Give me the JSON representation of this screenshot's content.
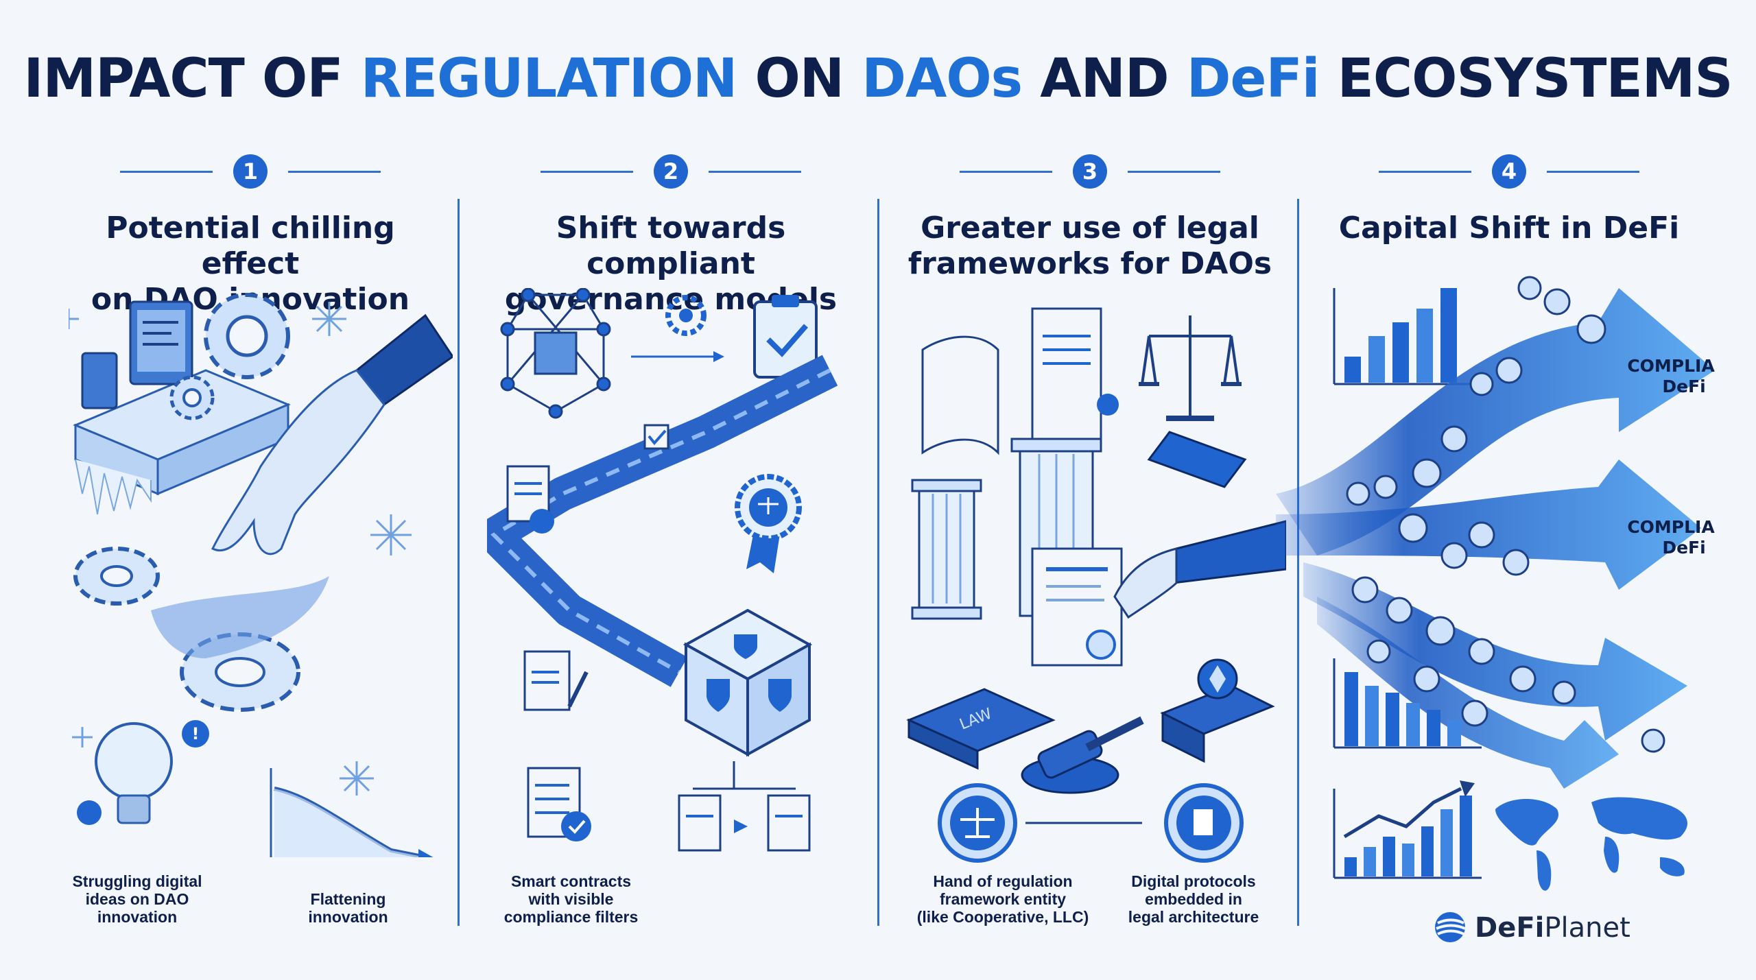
{
  "title": {
    "part1": "IMPACT OF ",
    "highlight1": "REGULATION",
    "part2": " ON ",
    "highlight2": "DAOs",
    "part3": " AND ",
    "highlight3": "DeFi",
    "part4": " ECOSYSTEMS"
  },
  "colors": {
    "navy": "#0d1f4a",
    "accent": "#1e6fd6",
    "light_blue": "#cfe2fb",
    "background": "#f3f7fc"
  },
  "sections": [
    {
      "number": "1",
      "heading_line1": "Potential chilling effect",
      "heading_line2": "on DAO innovation",
      "icons": [
        "frozen-computer-icon",
        "frozen-gear-icon",
        "hand-icon",
        "snowflake-icon",
        "lightbulb-icon",
        "declining-chart-icon"
      ],
      "captions": [
        {
          "line1": "Struggling digital",
          "line2": "ideas on DAO",
          "line3": "innovation"
        },
        {
          "line1": "Flattening",
          "line2": "innovation"
        }
      ]
    },
    {
      "number": "2",
      "heading_line1": "Shift towards compliant",
      "heading_line2": "governance models",
      "icons": [
        "network-node-icon",
        "gear-icon",
        "clipboard-check-icon",
        "compliance-badge-icon",
        "shield-cube-icon",
        "document-icon"
      ],
      "captions": [
        {
          "line1": "Smart contracts",
          "line2": "with visible",
          "line3": "compliance filters"
        }
      ]
    },
    {
      "number": "3",
      "heading_line1": "Greater use of legal",
      "heading_line2": "frameworks for DAOs",
      "book_label": "LAW",
      "icons": [
        "scroll-icon",
        "scales-icon",
        "pillar-icon",
        "gavel-icon",
        "law-book-icon",
        "ethereum-book-icon"
      ],
      "captions": [
        {
          "line1": "Hand of regulation",
          "line2": "framework entity",
          "line3": "(like Cooperative, LLC)"
        },
        {
          "line1": "Digital protocols",
          "line2": "embedded in",
          "line3": "legal architecture"
        }
      ]
    },
    {
      "number": "4",
      "heading_line1": "Capital Shift in DeFi",
      "flow_labels": [
        {
          "line1": "COMPLIANT",
          "line2": "DeFi"
        },
        {
          "line1": "COMPLIANT",
          "line2": "DeFi"
        }
      ],
      "icons": [
        "bar-chart-icon",
        "coin-icon",
        "growth-chart-icon",
        "world-map-icon"
      ]
    }
  ],
  "brand": {
    "name_bold": "DeFi",
    "name_rest": "Planet"
  }
}
